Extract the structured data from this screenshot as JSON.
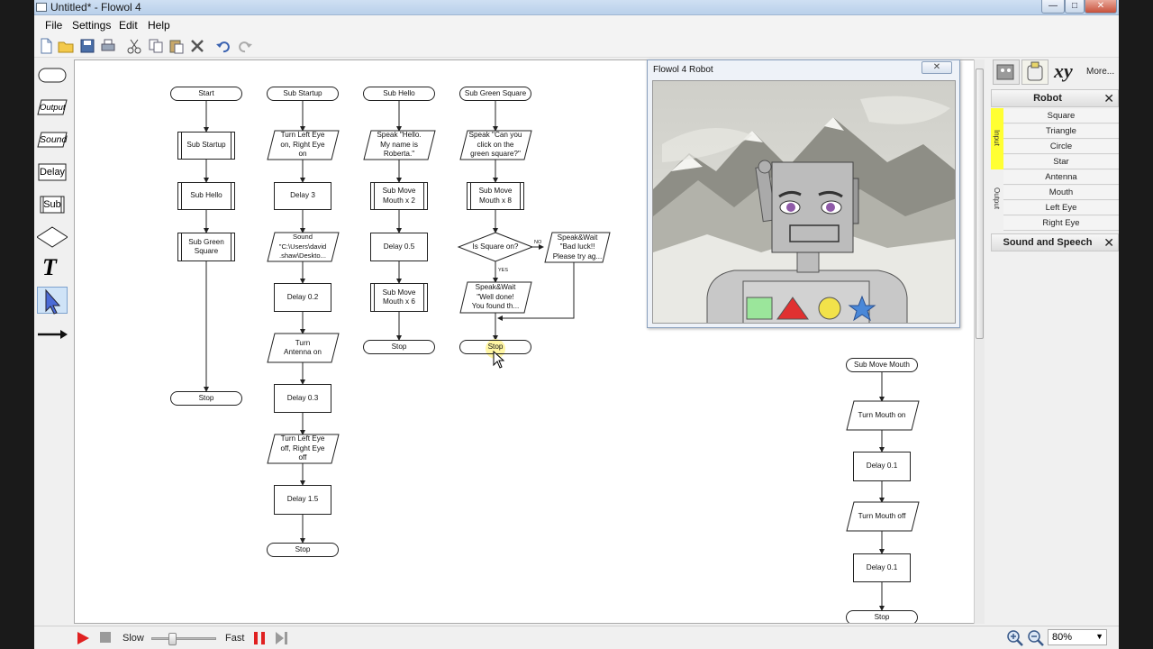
{
  "window": {
    "title": "Untitled* - Flowol 4",
    "buttons": [
      "—",
      "□",
      "✕"
    ]
  },
  "menu": [
    "File",
    "Settings",
    "Edit",
    "Help"
  ],
  "toolbar_icons": [
    "new-icon",
    "open-icon",
    "save-icon",
    "print-icon",
    "cut-icon",
    "copy-icon",
    "paste-icon",
    "delete-icon",
    "undo-icon",
    "redo-icon"
  ],
  "palette": {
    "output_label": "Output",
    "sound_label": "Sound",
    "delay_label": "Delay",
    "sub_label": "Sub",
    "text_label": "T"
  },
  "flowchart": {
    "col1": {
      "start": "Start",
      "n1": "Sub Startup",
      "n2": "Sub Hello",
      "n3": "Sub Green\nSquare",
      "stop": "Stop"
    },
    "col2": {
      "start": "Sub Startup",
      "n1": "Turn Left Eye\non, Right Eye\non",
      "n2": "Delay 3",
      "n3": "Sound\n\"C:\\Users\\david\n.shaw\\Deskto...",
      "n4": "Delay 0.2",
      "n5": "Turn\nAntenna on",
      "n6": "Delay 0.3",
      "n7": "Turn Left Eye\noff, Right Eye\noff",
      "n8": "Delay 1.5",
      "stop": "Stop"
    },
    "col3": {
      "start": "Sub Hello",
      "n1": "Speak \"Hello.\nMy name is\nRoberta.\"",
      "n2": "Sub Move\nMouth x 2",
      "n3": "Delay 0.5",
      "n4": "Sub Move\nMouth x 6",
      "stop": "Stop"
    },
    "col4": {
      "start": "Sub Green Square",
      "n1": "Speak \"Can you\nclick on the\ngreen square?\"",
      "n2": "Sub Move\nMouth x 8",
      "decision": "Is Square on?",
      "yes": "YES",
      "no": "NO",
      "n_yes": "Speak&Wait\n\"Well done!\nYou found th...",
      "n_no": "Speak&Wait\n\"Bad luck!!\nPlease try ag...",
      "stop": "Stop"
    },
    "col5": {
      "start": "Sub Move Mouth",
      "n1": "Turn Mouth on",
      "n2": "Delay 0.1",
      "n3": "Turn Mouth off",
      "n4": "Delay 0.1",
      "stop": "Stop"
    }
  },
  "robot_window": {
    "title": "Flowol 4 Robot",
    "close": "✕"
  },
  "right_panel": {
    "tab_xy": "xy",
    "tab_more": "More...",
    "robot_header": "Robot",
    "input_label": "Input",
    "output_label": "Output",
    "items": [
      "Square",
      "Triangle",
      "Circle",
      "Star",
      "Antenna",
      "Mouth",
      "Left Eye",
      "Right Eye"
    ],
    "sound_header": "Sound and Speech"
  },
  "statusbar": {
    "slow": "Slow",
    "fast": "Fast",
    "zoom": "80%",
    "speed_level": 0.3
  },
  "colors": {
    "input_highlight": "#ffff33",
    "play": "#e02020",
    "pause": "#e02020",
    "green_square": "#9be69b",
    "red_triangle": "#e03030",
    "yellow_circle": "#f2e24a",
    "blue_star": "#4a88d8"
  }
}
